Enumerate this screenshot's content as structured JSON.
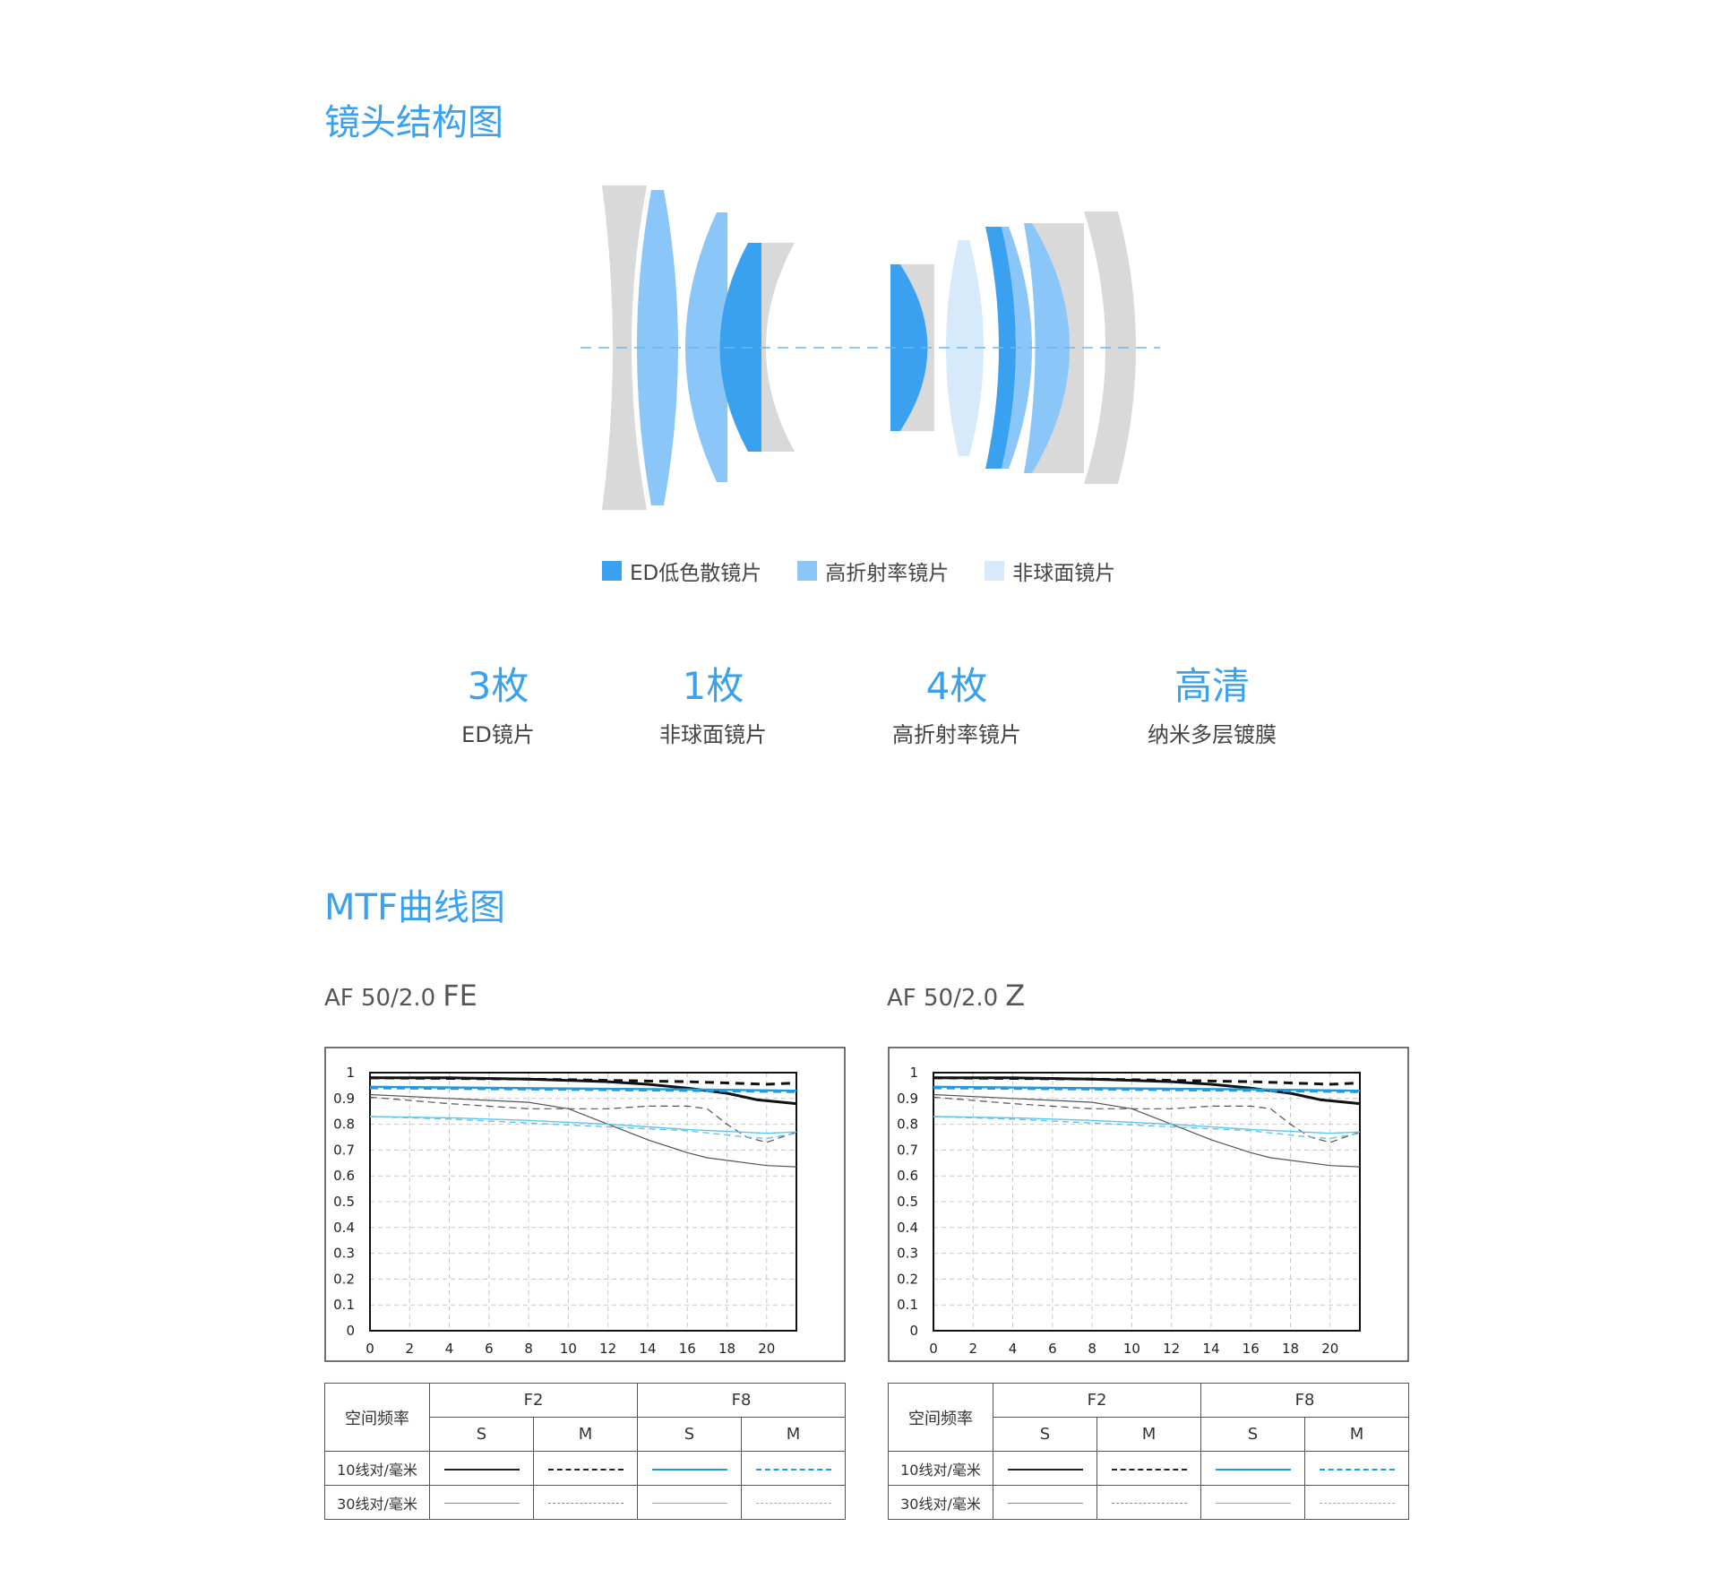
{
  "lens_section": {
    "title": "镜头结构图",
    "legend": [
      {
        "label": "ED低色散镜片",
        "color": "#3aa0f0"
      },
      {
        "label": "高折射率镜片",
        "color": "#8ac6f7"
      },
      {
        "label": "非球面镜片",
        "color": "#d7eafb"
      }
    ],
    "stats": [
      {
        "value": "3枚",
        "label": "ED镜片"
      },
      {
        "value": "1枚",
        "label": "非球面镜片"
      },
      {
        "value": "4枚",
        "label": "高折射率镜片"
      },
      {
        "value": "高清",
        "label": "纳米多层镀膜"
      }
    ]
  },
  "mtf_section": {
    "title": "MTF曲线图",
    "charts": [
      {
        "model": "AF 50/2.0",
        "mount": "FE"
      },
      {
        "model": "AF 50/2.0",
        "mount": "Z"
      }
    ],
    "key_table": {
      "row_header": "空间频率",
      "apertures": [
        "F2",
        "F8"
      ],
      "sub_headers": [
        "S",
        "M",
        "S",
        "M"
      ],
      "rows": [
        "10线对/毫米",
        "30线对/毫米"
      ]
    }
  },
  "colors": {
    "accent": "#3aa0f0",
    "gray_element": "#d9d9d9",
    "f8_10": "#1f9ae0",
    "f8_30": "#5ec4ee"
  },
  "chart_data": [
    {
      "type": "line",
      "title": "AF 50/2.0 FE",
      "xlim": [
        0,
        21.5
      ],
      "ylim": [
        0,
        1
      ],
      "xticks": [
        0,
        2,
        4,
        6,
        8,
        10,
        12,
        14,
        16,
        18,
        20
      ],
      "yticks": [
        0,
        0.1,
        0.2,
        0.3,
        0.4,
        0.5,
        0.6,
        0.7,
        0.8,
        0.9,
        1
      ],
      "ytick_labels": [
        "0",
        "0.1",
        "0.2",
        "0.3",
        "0.4",
        "0.5",
        "0.6",
        "0.7",
        "0.8",
        "0.9",
        "1"
      ],
      "grid": true,
      "series": [
        {
          "aperture": "F2",
          "freq": "10线对/毫米",
          "dir": "S",
          "x": [
            0,
            4,
            8,
            12,
            14,
            16,
            18,
            19.5,
            21.5
          ],
          "y": [
            0.98,
            0.98,
            0.975,
            0.965,
            0.955,
            0.94,
            0.92,
            0.895,
            0.88
          ]
        },
        {
          "aperture": "F2",
          "freq": "10线对/毫米",
          "dir": "M",
          "x": [
            0,
            8,
            12,
            16,
            18,
            20,
            21.5
          ],
          "y": [
            0.98,
            0.975,
            0.97,
            0.965,
            0.96,
            0.955,
            0.96
          ]
        },
        {
          "aperture": "F2",
          "freq": "30线对/毫米",
          "dir": "S",
          "x": [
            0,
            4,
            8,
            10,
            12,
            14,
            16,
            17,
            18,
            20,
            21.5
          ],
          "y": [
            0.915,
            0.9,
            0.885,
            0.86,
            0.8,
            0.74,
            0.69,
            0.67,
            0.66,
            0.64,
            0.635
          ]
        },
        {
          "aperture": "F2",
          "freq": "30线对/毫米",
          "dir": "M",
          "x": [
            0,
            4,
            8,
            12,
            14,
            16,
            17,
            18,
            19,
            20,
            21.5
          ],
          "y": [
            0.905,
            0.88,
            0.86,
            0.86,
            0.87,
            0.87,
            0.86,
            0.8,
            0.75,
            0.73,
            0.77
          ]
        },
        {
          "aperture": "F8",
          "freq": "10线对/毫米",
          "dir": "S",
          "x": [
            0,
            8,
            16,
            21.5
          ],
          "y": [
            0.945,
            0.94,
            0.935,
            0.93
          ]
        },
        {
          "aperture": "F8",
          "freq": "10线对/毫米",
          "dir": "M",
          "x": [
            0,
            8,
            16,
            21.5
          ],
          "y": [
            0.94,
            0.935,
            0.93,
            0.925
          ]
        },
        {
          "aperture": "F8",
          "freq": "30线对/毫米",
          "dir": "S",
          "x": [
            0,
            4,
            8,
            12,
            16,
            20,
            21.5
          ],
          "y": [
            0.83,
            0.825,
            0.815,
            0.8,
            0.78,
            0.765,
            0.77
          ]
        },
        {
          "aperture": "F8",
          "freq": "30线对/毫米",
          "dir": "M",
          "x": [
            0,
            4,
            8,
            12,
            16,
            19,
            20,
            21.5
          ],
          "y": [
            0.83,
            0.82,
            0.805,
            0.79,
            0.775,
            0.75,
            0.745,
            0.765
          ]
        }
      ]
    },
    {
      "type": "line",
      "title": "AF 50/2.0 Z",
      "xlim": [
        0,
        21.5
      ],
      "ylim": [
        0,
        1
      ],
      "xticks": [
        0,
        2,
        4,
        6,
        8,
        10,
        12,
        14,
        16,
        18,
        20
      ],
      "yticks": [
        0,
        0.1,
        0.2,
        0.3,
        0.4,
        0.5,
        0.6,
        0.7,
        0.8,
        0.9,
        1
      ],
      "ytick_labels": [
        "0",
        "0.1",
        "0.2",
        "0.3",
        "0.4",
        "0.5",
        "0.6",
        "0.7",
        "0.8",
        "0.9",
        "1"
      ],
      "grid": true,
      "series": [
        {
          "aperture": "F2",
          "freq": "10线对/毫米",
          "dir": "S",
          "x": [
            0,
            4,
            8,
            12,
            14,
            16,
            18,
            19.5,
            21.5
          ],
          "y": [
            0.98,
            0.98,
            0.975,
            0.965,
            0.955,
            0.94,
            0.92,
            0.895,
            0.88
          ]
        },
        {
          "aperture": "F2",
          "freq": "10线对/毫米",
          "dir": "M",
          "x": [
            0,
            8,
            12,
            16,
            18,
            20,
            21.5
          ],
          "y": [
            0.98,
            0.975,
            0.97,
            0.965,
            0.96,
            0.955,
            0.96
          ]
        },
        {
          "aperture": "F2",
          "freq": "30线对/毫米",
          "dir": "S",
          "x": [
            0,
            4,
            8,
            10,
            12,
            14,
            16,
            17,
            18,
            20,
            21.5
          ],
          "y": [
            0.915,
            0.9,
            0.885,
            0.86,
            0.8,
            0.74,
            0.69,
            0.67,
            0.66,
            0.64,
            0.635
          ]
        },
        {
          "aperture": "F2",
          "freq": "30线对/毫米",
          "dir": "M",
          "x": [
            0,
            4,
            8,
            12,
            14,
            16,
            17,
            18,
            19,
            20,
            21.5
          ],
          "y": [
            0.905,
            0.88,
            0.86,
            0.86,
            0.87,
            0.87,
            0.86,
            0.8,
            0.75,
            0.73,
            0.77
          ]
        },
        {
          "aperture": "F8",
          "freq": "10线对/毫米",
          "dir": "S",
          "x": [
            0,
            8,
            16,
            21.5
          ],
          "y": [
            0.945,
            0.94,
            0.935,
            0.93
          ]
        },
        {
          "aperture": "F8",
          "freq": "10线对/毫米",
          "dir": "M",
          "x": [
            0,
            8,
            16,
            21.5
          ],
          "y": [
            0.94,
            0.935,
            0.93,
            0.925
          ]
        },
        {
          "aperture": "F8",
          "freq": "30线对/毫米",
          "dir": "S",
          "x": [
            0,
            4,
            8,
            12,
            16,
            20,
            21.5
          ],
          "y": [
            0.83,
            0.825,
            0.815,
            0.8,
            0.78,
            0.765,
            0.77
          ]
        },
        {
          "aperture": "F8",
          "freq": "30线对/毫米",
          "dir": "M",
          "x": [
            0,
            4,
            8,
            12,
            16,
            19,
            20,
            21.5
          ],
          "y": [
            0.83,
            0.82,
            0.805,
            0.79,
            0.775,
            0.75,
            0.745,
            0.765
          ]
        }
      ]
    }
  ]
}
